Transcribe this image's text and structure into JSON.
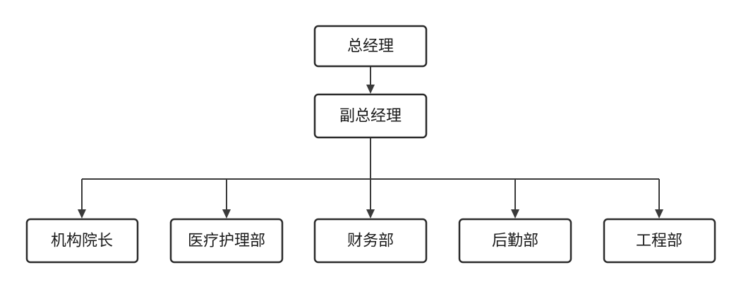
{
  "org_chart": {
    "top": {
      "label": "总经理"
    },
    "deputy": {
      "label": "副总经理"
    },
    "departments": [
      {
        "label": "机构院长"
      },
      {
        "label": "医疗护理部"
      },
      {
        "label": "财务部"
      },
      {
        "label": "后勤部"
      },
      {
        "label": "工程部"
      }
    ]
  },
  "colors": {
    "stroke": "#2b2b2b",
    "edge": "#3a3a3a",
    "text": "#1a1a1a",
    "fill": "#ffffff"
  }
}
